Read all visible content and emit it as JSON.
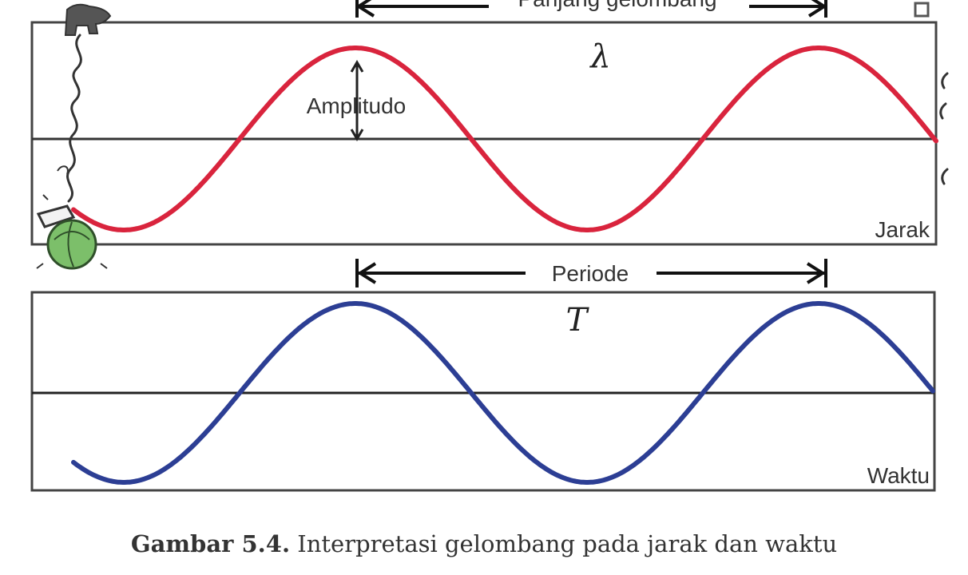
{
  "labels": {
    "wavelength_text": "Panjang gelombang",
    "wavelength_symbol": "λ",
    "amplitude_text": "Amplitudo",
    "distance_axis": "Jarak",
    "period_text": "Periode",
    "period_symbol": "T",
    "time_axis": "Waktu"
  },
  "caption": {
    "figure_number": "Gambar 5.4.",
    "text": "Interpretasi gelombang pada jarak dan waktu"
  },
  "colors": {
    "distance_wave": "#d9243d",
    "time_wave": "#2c3e94",
    "frame": "#444444",
    "axis": "#333333"
  }
}
